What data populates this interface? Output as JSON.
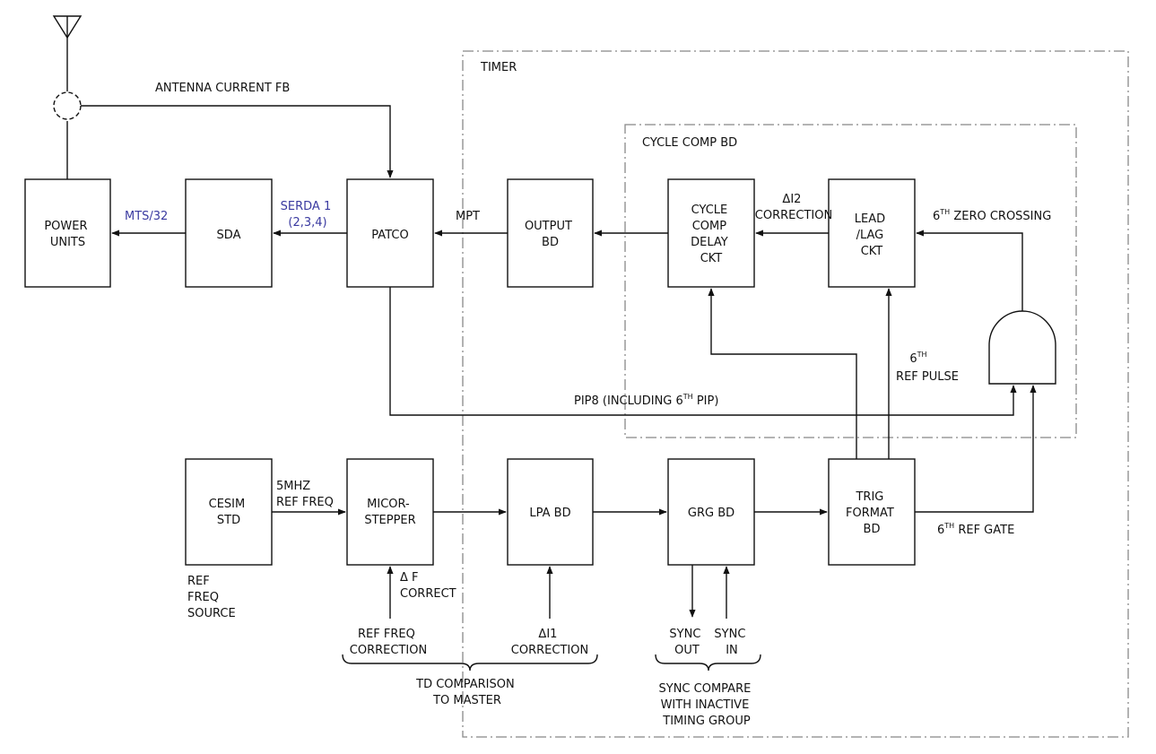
{
  "regions": {
    "timer": "TIMER",
    "cycle_comp_bd": "CYCLE COMP BD"
  },
  "blocks": {
    "power_units": [
      "POWER",
      "UNITS"
    ],
    "sda": "SDA",
    "patco": "PATCO",
    "output_bd": [
      "OUTPUT",
      "BD"
    ],
    "cycle_comp_delay": [
      "CYCLE",
      "COMP",
      "DELAY",
      "CKT"
    ],
    "lead_lag": [
      "LEAD",
      "/LAG",
      "CKT"
    ],
    "cesim_std": [
      "CESIM",
      "STD"
    ],
    "micor_stepper": [
      "MICOR-",
      "STEPPER"
    ],
    "lpa_bd": "LPA BD",
    "grg_bd": "GRG BD",
    "trig_format": [
      "TRIG",
      "FORMAT",
      "BD"
    ]
  },
  "labels": {
    "antenna_current_fb": "ANTENNA CURRENT FB",
    "mts32": "MTS/32",
    "serda": [
      "SERDA 1",
      "(2,3,4)"
    ],
    "mpt": "MPT",
    "delta_i2": [
      "ΔI2",
      "CORRECTION"
    ],
    "zero_crossing": {
      "pre": "6",
      "sup": "TH",
      "post": " ZERO CROSSING"
    },
    "ref_pulse": {
      "pre": "6",
      "sup": "TH",
      "line2": "REF PULSE"
    },
    "pip8": {
      "pre": "PIP8 (INCLUDING 6",
      "sup": "TH",
      "post": " PIP)"
    },
    "ref_freq_5mhz": [
      "5MHZ",
      "REF FREQ"
    ],
    "ref_freq_source": [
      "REF",
      "FREQ",
      "SOURCE"
    ],
    "delta_f": [
      "Δ F",
      "CORRECT"
    ],
    "ref_freq_correction": [
      "REF FREQ",
      "CORRECTION"
    ],
    "delta_i1": [
      "ΔI1",
      "CORRECTION"
    ],
    "sync_out": [
      "SYNC",
      "OUT"
    ],
    "sync_in": [
      "SYNC",
      "IN"
    ],
    "ref_gate": {
      "pre": "6",
      "sup": "TH",
      "post": " REF GATE"
    },
    "td_comparison": [
      "TD COMPARISON",
      "TO MASTER"
    ],
    "sync_compare": [
      "SYNC COMPARE",
      "WITH INACTIVE",
      "TIMING GROUP"
    ]
  },
  "colors": {
    "line": "#111111",
    "region_border": "#888888",
    "blue_label": "#3a3aa0"
  },
  "icons": [
    "antenna-icon",
    "current-sensor-icon",
    "and-gate-icon"
  ]
}
